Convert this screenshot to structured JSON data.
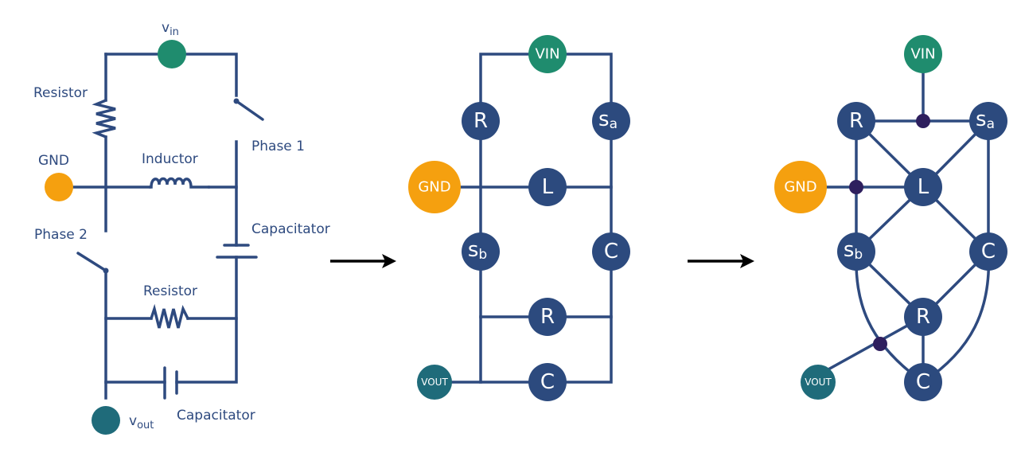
{
  "colors": {
    "wire": "#2e4a7f",
    "component_node": "#2c4a7e",
    "vin": "#1f8c6e",
    "gnd": "#f5a00f",
    "vout": "#1f6b7a",
    "junction": "#2e1f5e",
    "arrow": "#000000"
  },
  "circuit": {
    "vin_label": "v",
    "vin_sub": "in",
    "vout_label": "v",
    "vout_sub": "out",
    "gnd_label": "GND",
    "resistor_top_label": "Resistor",
    "inductor_label": "Inductor",
    "phase1_label": "Phase 1",
    "phase2_label": "Phase 2",
    "capacitor_right_label": "Capacitator",
    "resistor_bottom_label": "Resistor",
    "capacitor_bottom_label": "Capacitator"
  },
  "graph_schematic": {
    "vin": "VIN",
    "gnd": "GND",
    "vout": "VOUT",
    "r_top": "R",
    "s_a": "s",
    "s_a_sub": "a",
    "l": "L",
    "s_b": "s",
    "s_b_sub": "b",
    "c_right": "C",
    "r_bottom": "R",
    "c_bottom": "C"
  },
  "graph_hyper": {
    "vin": "VIN",
    "gnd": "GND",
    "vout": "VOUT",
    "r_top": "R",
    "s_a": "s",
    "s_a_sub": "a",
    "l": "L",
    "s_b": "s",
    "s_b_sub": "b",
    "c_right": "C",
    "r_bottom": "R",
    "c_bottom": "C"
  }
}
